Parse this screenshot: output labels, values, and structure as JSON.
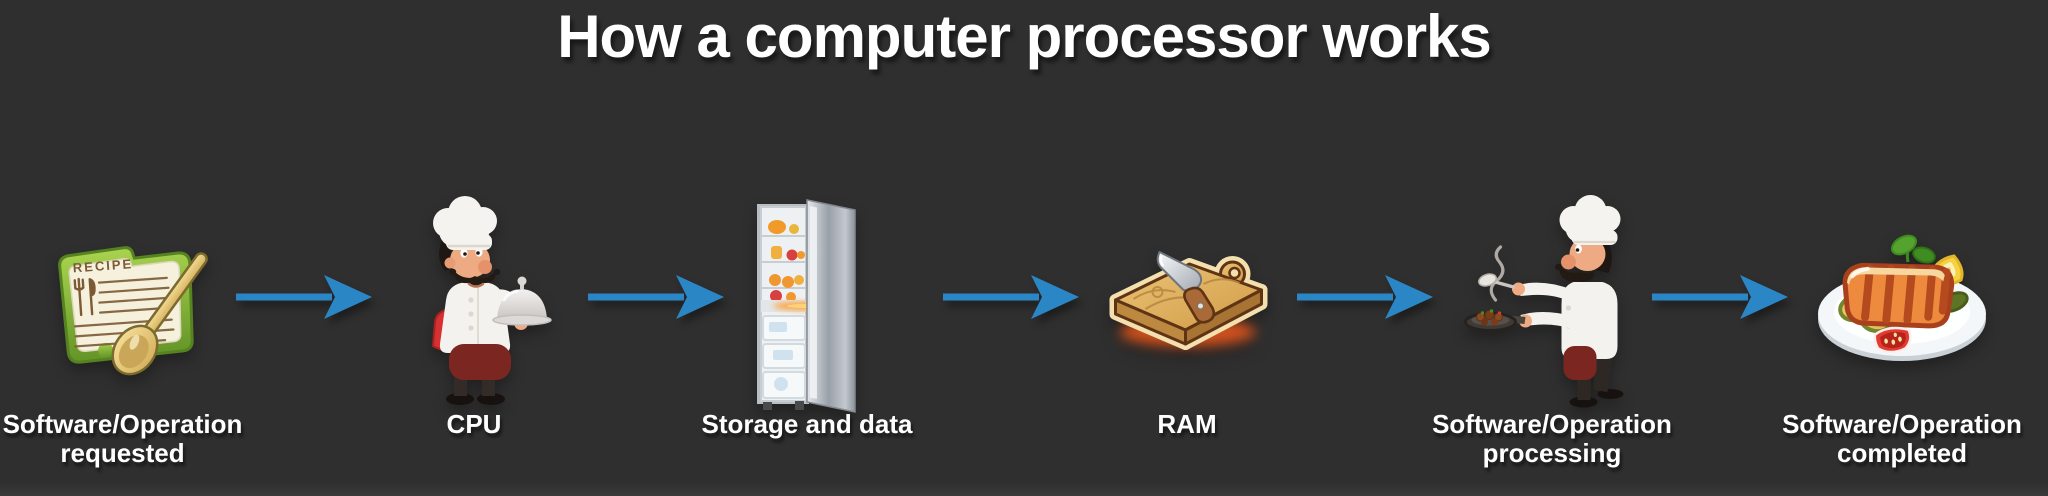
{
  "title": "How a computer processor works",
  "colors": {
    "bg": "#302f2f",
    "arrow": "#2b86c6",
    "text": "#ffffff"
  },
  "recipe": {
    "card_text": "RECIPE"
  },
  "steps": [
    {
      "label": "Software/Operation\nrequested",
      "icon": "recipe-card"
    },
    {
      "label": "CPU",
      "icon": "chef-serving-dish"
    },
    {
      "label": "Storage and data",
      "icon": "refrigerator"
    },
    {
      "label": "RAM",
      "icon": "cutting-board-with-knife"
    },
    {
      "label": "Software/Operation\nprocessing",
      "icon": "chef-cooking-pan"
    },
    {
      "label": "Software/Operation\ncompleted",
      "icon": "plated-salmon-dish"
    }
  ]
}
